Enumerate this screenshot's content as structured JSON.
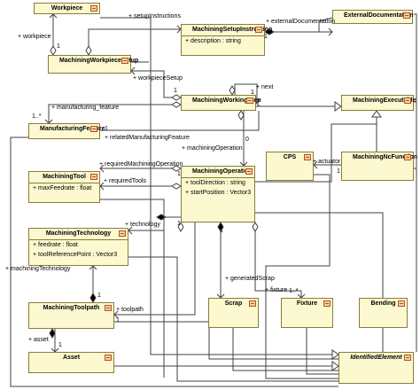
{
  "classes": {
    "workpiece": {
      "name": "Workpiece",
      "attrs": []
    },
    "machining_setup_instruction": {
      "name": "MachiningSetupInstruction",
      "attrs": [
        "+ description : string"
      ]
    },
    "external_documentation": {
      "name": "ExternalDocumentation",
      "attrs": []
    },
    "machining_workpiece_setup": {
      "name": "MachiningWorkpieceSetup",
      "attrs": []
    },
    "machining_working_step": {
      "name": "MachiningWorkingStep",
      "attrs": []
    },
    "machining_executable": {
      "name": "MachiningExecutable",
      "attrs": []
    },
    "manufacturing_feature": {
      "name": "ManufacturingFeature",
      "attrs": []
    },
    "cps": {
      "name": "CPS",
      "attrs": []
    },
    "machining_nc_function": {
      "name": "MachiningNcFunction",
      "attrs": []
    },
    "machining_tool": {
      "name": "MachiningTool",
      "attrs": [
        "+ maxFeedrate : float"
      ]
    },
    "machining_operation": {
      "name": "MachiningOperation",
      "attrs": [
        "+ toolDirection : string",
        "+ startPosition : Vector3"
      ]
    },
    "machining_technology": {
      "name": "MachiningTechnology",
      "attrs": [
        "+ feedrate : float",
        "+ toolReferencePoint : Vector3"
      ]
    },
    "machining_toolpath": {
      "name": "MachiningToolpath",
      "attrs": []
    },
    "scrap": {
      "name": "Scrap",
      "attrs": []
    },
    "fixture": {
      "name": "Fixture",
      "attrs": []
    },
    "bending": {
      "name": "Bending",
      "attrs": []
    },
    "asset": {
      "name": "Asset",
      "attrs": []
    },
    "identified_element": {
      "name": "IdentifiedElement",
      "attrs": []
    }
  },
  "roles": {
    "workpiece": "+ workpiece",
    "setup_instructions": "+ setupInstructions",
    "external_documentation": "+ externalDocumentation",
    "workpiece_setup": "+ workpieceSetup",
    "next": "+ next",
    "manufacturing_feature": "+ manufacturing_feature",
    "related_manufacturing_feature": "+ relatedManufacturingFeature",
    "machining_operation": "+ machiningOperation",
    "required_machining_operation": "+ requiredMachiningOperation",
    "required_tools": "+ requiredTools",
    "actuator": "+ actuator",
    "technology": "+ technology",
    "generated_scrap": "+ generatedScrap",
    "fixture": "+ fixture",
    "machining_technology": "+ machiningTechnology",
    "toolpath": "+ toolpath",
    "asset": "+ asset"
  },
  "multiplicities": {
    "m1": "1",
    "m2": "1",
    "m3": "1",
    "m4": "1",
    "m5": "1..*",
    "m6": "1",
    "m7": "0",
    "m8": "1",
    "m9": "1",
    "m10": "1",
    "m11": "1..*",
    "m12": "1",
    "m13": "1",
    "m14": "1",
    "m15": "1"
  }
}
